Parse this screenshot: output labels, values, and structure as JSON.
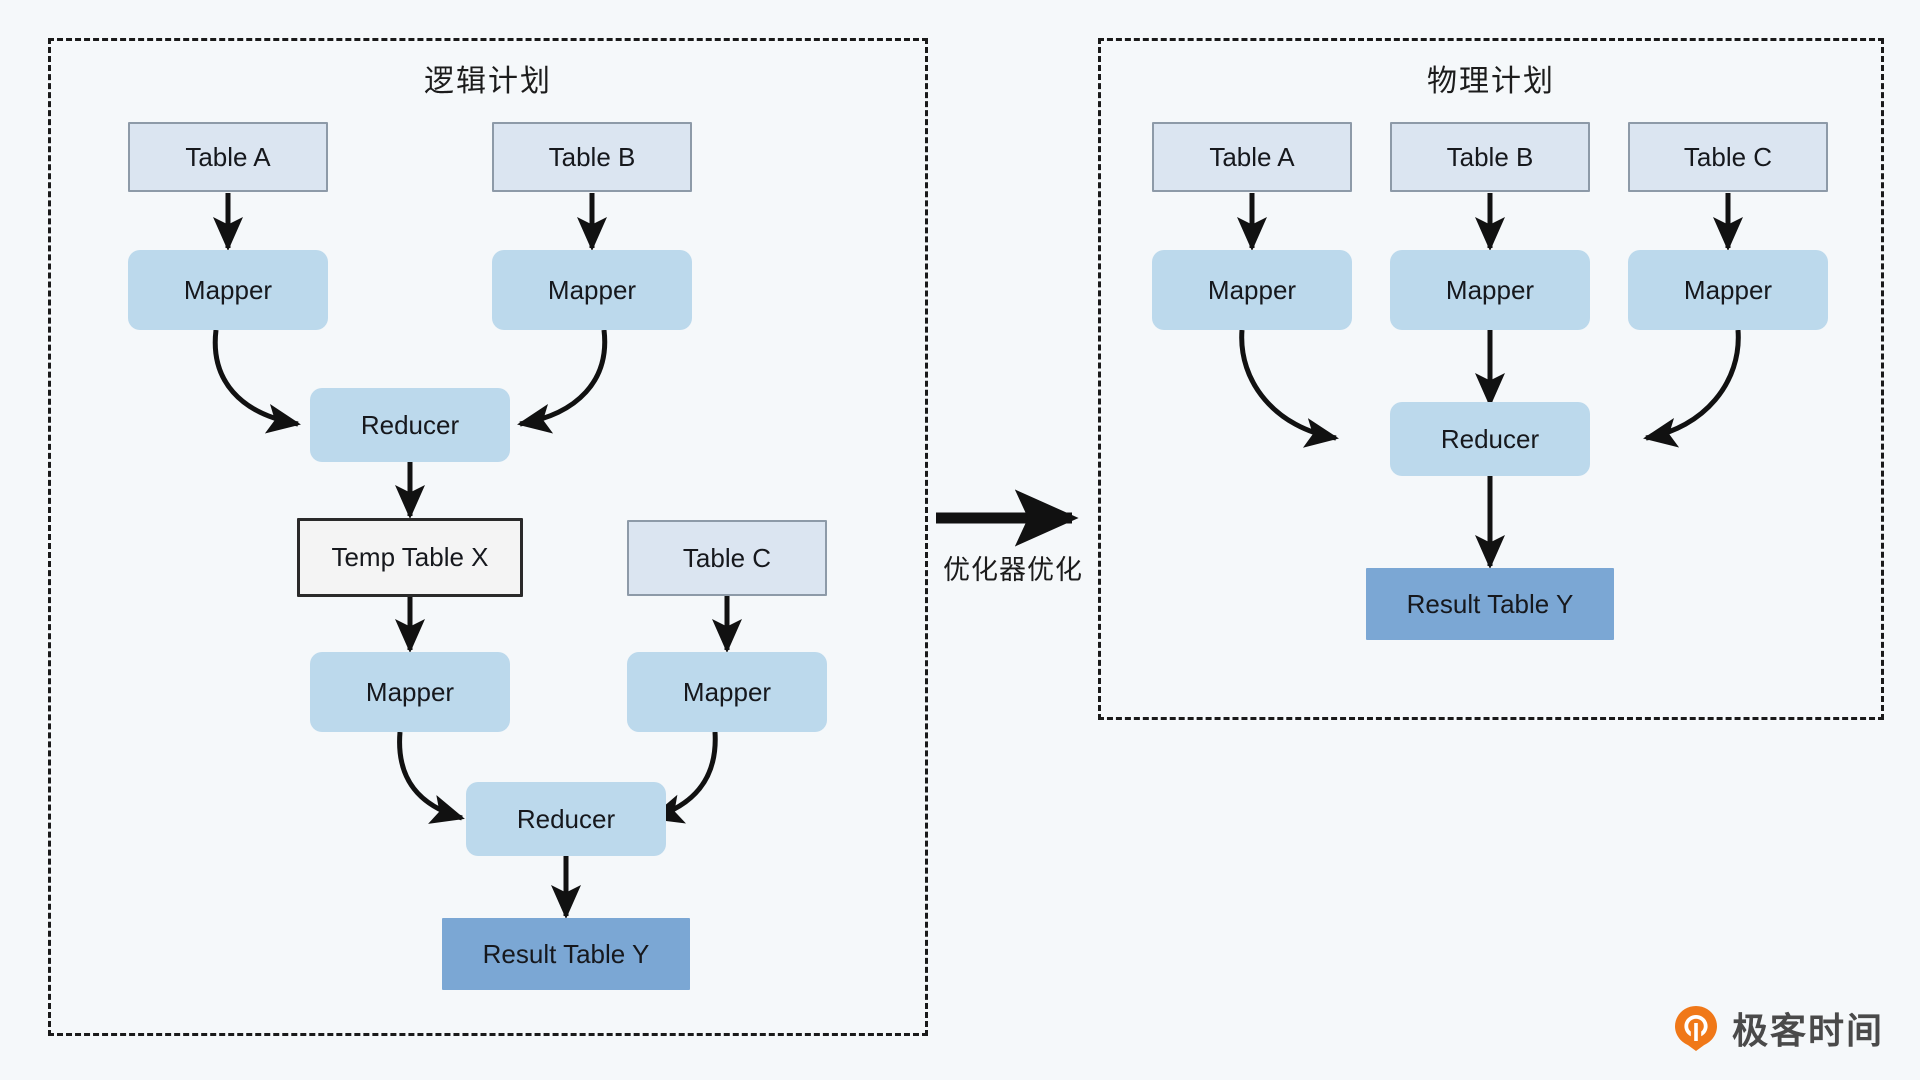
{
  "background_color": "#f5f8fa",
  "palette": {
    "table_fill": "#dbe5f1",
    "table_border": "#8d9aa8",
    "task_fill": "#bcd9ec",
    "temp_fill": "#f4f4f4",
    "temp_border": "#2a2a2a",
    "result_fill": "#7ba7d4",
    "edge_color": "#111111",
    "panel_border": "#1a1a1a",
    "watermark_orange": "#f07818",
    "watermark_gray": "#4a4a4a"
  },
  "panels": {
    "logical": {
      "title": "逻辑计划",
      "nodes": {
        "table_a": "Table A",
        "table_b": "Table B",
        "mapper_a": "Mapper",
        "mapper_b": "Mapper",
        "reducer_1": "Reducer",
        "temp_table_x": "Temp Table X",
        "table_c": "Table C",
        "mapper_x": "Mapper",
        "mapper_c": "Mapper",
        "reducer_2": "Reducer",
        "result_table_y": "Result Table Y"
      }
    },
    "physical": {
      "title": "物理计划",
      "nodes": {
        "table_a": "Table A",
        "table_b": "Table B",
        "table_c": "Table C",
        "mapper_a": "Mapper",
        "mapper_b": "Mapper",
        "mapper_c": "Mapper",
        "reducer": "Reducer",
        "result_table_y": "Result Table Y"
      }
    }
  },
  "transition": {
    "label": "优化器优化",
    "arrow_direction": "right"
  },
  "watermark": {
    "text": "极客时间",
    "mark": "geektime-logo-icon"
  },
  "diagram_data": {
    "type": "flowchart",
    "title": "逻辑计划 → 物理计划 (优化器优化)",
    "groups": [
      {
        "id": "logical",
        "label": "逻辑计划",
        "nodes": [
          {
            "id": "l_table_a",
            "label": "Table A",
            "kind": "table"
          },
          {
            "id": "l_table_b",
            "label": "Table B",
            "kind": "table"
          },
          {
            "id": "l_mapper_a",
            "label": "Mapper",
            "kind": "task"
          },
          {
            "id": "l_mapper_b",
            "label": "Mapper",
            "kind": "task"
          },
          {
            "id": "l_reducer_1",
            "label": "Reducer",
            "kind": "task"
          },
          {
            "id": "l_temp_x",
            "label": "Temp Table X",
            "kind": "temp"
          },
          {
            "id": "l_table_c",
            "label": "Table C",
            "kind": "table"
          },
          {
            "id": "l_mapper_x",
            "label": "Mapper",
            "kind": "task"
          },
          {
            "id": "l_mapper_c",
            "label": "Mapper",
            "kind": "task"
          },
          {
            "id": "l_reducer_2",
            "label": "Reducer",
            "kind": "task"
          },
          {
            "id": "l_result_y",
            "label": "Result Table Y",
            "kind": "result"
          }
        ],
        "edges": [
          {
            "from": "l_table_a",
            "to": "l_mapper_a",
            "style": "straight"
          },
          {
            "from": "l_table_b",
            "to": "l_mapper_b",
            "style": "straight"
          },
          {
            "from": "l_mapper_a",
            "to": "l_reducer_1",
            "style": "curved"
          },
          {
            "from": "l_mapper_b",
            "to": "l_reducer_1",
            "style": "curved"
          },
          {
            "from": "l_reducer_1",
            "to": "l_temp_x",
            "style": "straight"
          },
          {
            "from": "l_temp_x",
            "to": "l_mapper_x",
            "style": "straight"
          },
          {
            "from": "l_table_c",
            "to": "l_mapper_c",
            "style": "straight"
          },
          {
            "from": "l_mapper_x",
            "to": "l_reducer_2",
            "style": "curved"
          },
          {
            "from": "l_mapper_c",
            "to": "l_reducer_2",
            "style": "curved"
          },
          {
            "from": "l_reducer_2",
            "to": "l_result_y",
            "style": "straight"
          }
        ]
      },
      {
        "id": "physical",
        "label": "物理计划",
        "nodes": [
          {
            "id": "p_table_a",
            "label": "Table A",
            "kind": "table"
          },
          {
            "id": "p_table_b",
            "label": "Table B",
            "kind": "table"
          },
          {
            "id": "p_table_c",
            "label": "Table C",
            "kind": "table"
          },
          {
            "id": "p_mapper_a",
            "label": "Mapper",
            "kind": "task"
          },
          {
            "id": "p_mapper_b",
            "label": "Mapper",
            "kind": "task"
          },
          {
            "id": "p_mapper_c",
            "label": "Mapper",
            "kind": "task"
          },
          {
            "id": "p_reducer",
            "label": "Reducer",
            "kind": "task"
          },
          {
            "id": "p_result_y",
            "label": "Result Table Y",
            "kind": "result"
          }
        ],
        "edges": [
          {
            "from": "p_table_a",
            "to": "p_mapper_a",
            "style": "straight"
          },
          {
            "from": "p_table_b",
            "to": "p_mapper_b",
            "style": "straight"
          },
          {
            "from": "p_table_c",
            "to": "p_mapper_c",
            "style": "straight"
          },
          {
            "from": "p_mapper_a",
            "to": "p_reducer",
            "style": "curved"
          },
          {
            "from": "p_mapper_b",
            "to": "p_reducer",
            "style": "straight"
          },
          {
            "from": "p_mapper_c",
            "to": "p_reducer",
            "style": "curved"
          },
          {
            "from": "p_reducer",
            "to": "p_result_y",
            "style": "straight"
          }
        ]
      }
    ],
    "transition_edge": {
      "from": "logical",
      "to": "physical",
      "label": "优化器优化"
    }
  }
}
